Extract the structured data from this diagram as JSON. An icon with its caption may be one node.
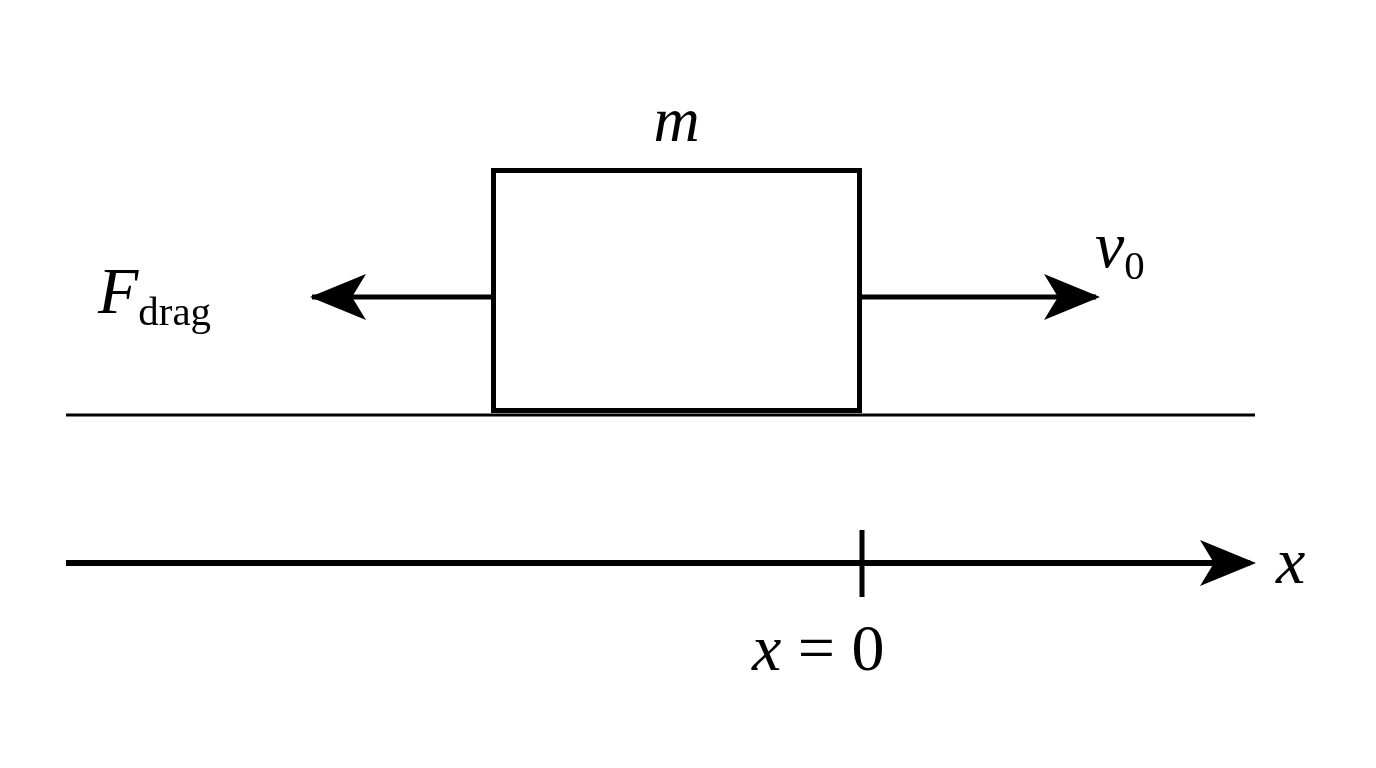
{
  "diagram": {
    "nodes": [
      {
        "text": [
          "*m*"
        ]
      }
    ],
    "edges": [],
    "labels": [
      "*F*$_{drag}$",
      "*v*$_{0}$",
      "*x*",
      "*x* = 0"
    ]
  }
}
